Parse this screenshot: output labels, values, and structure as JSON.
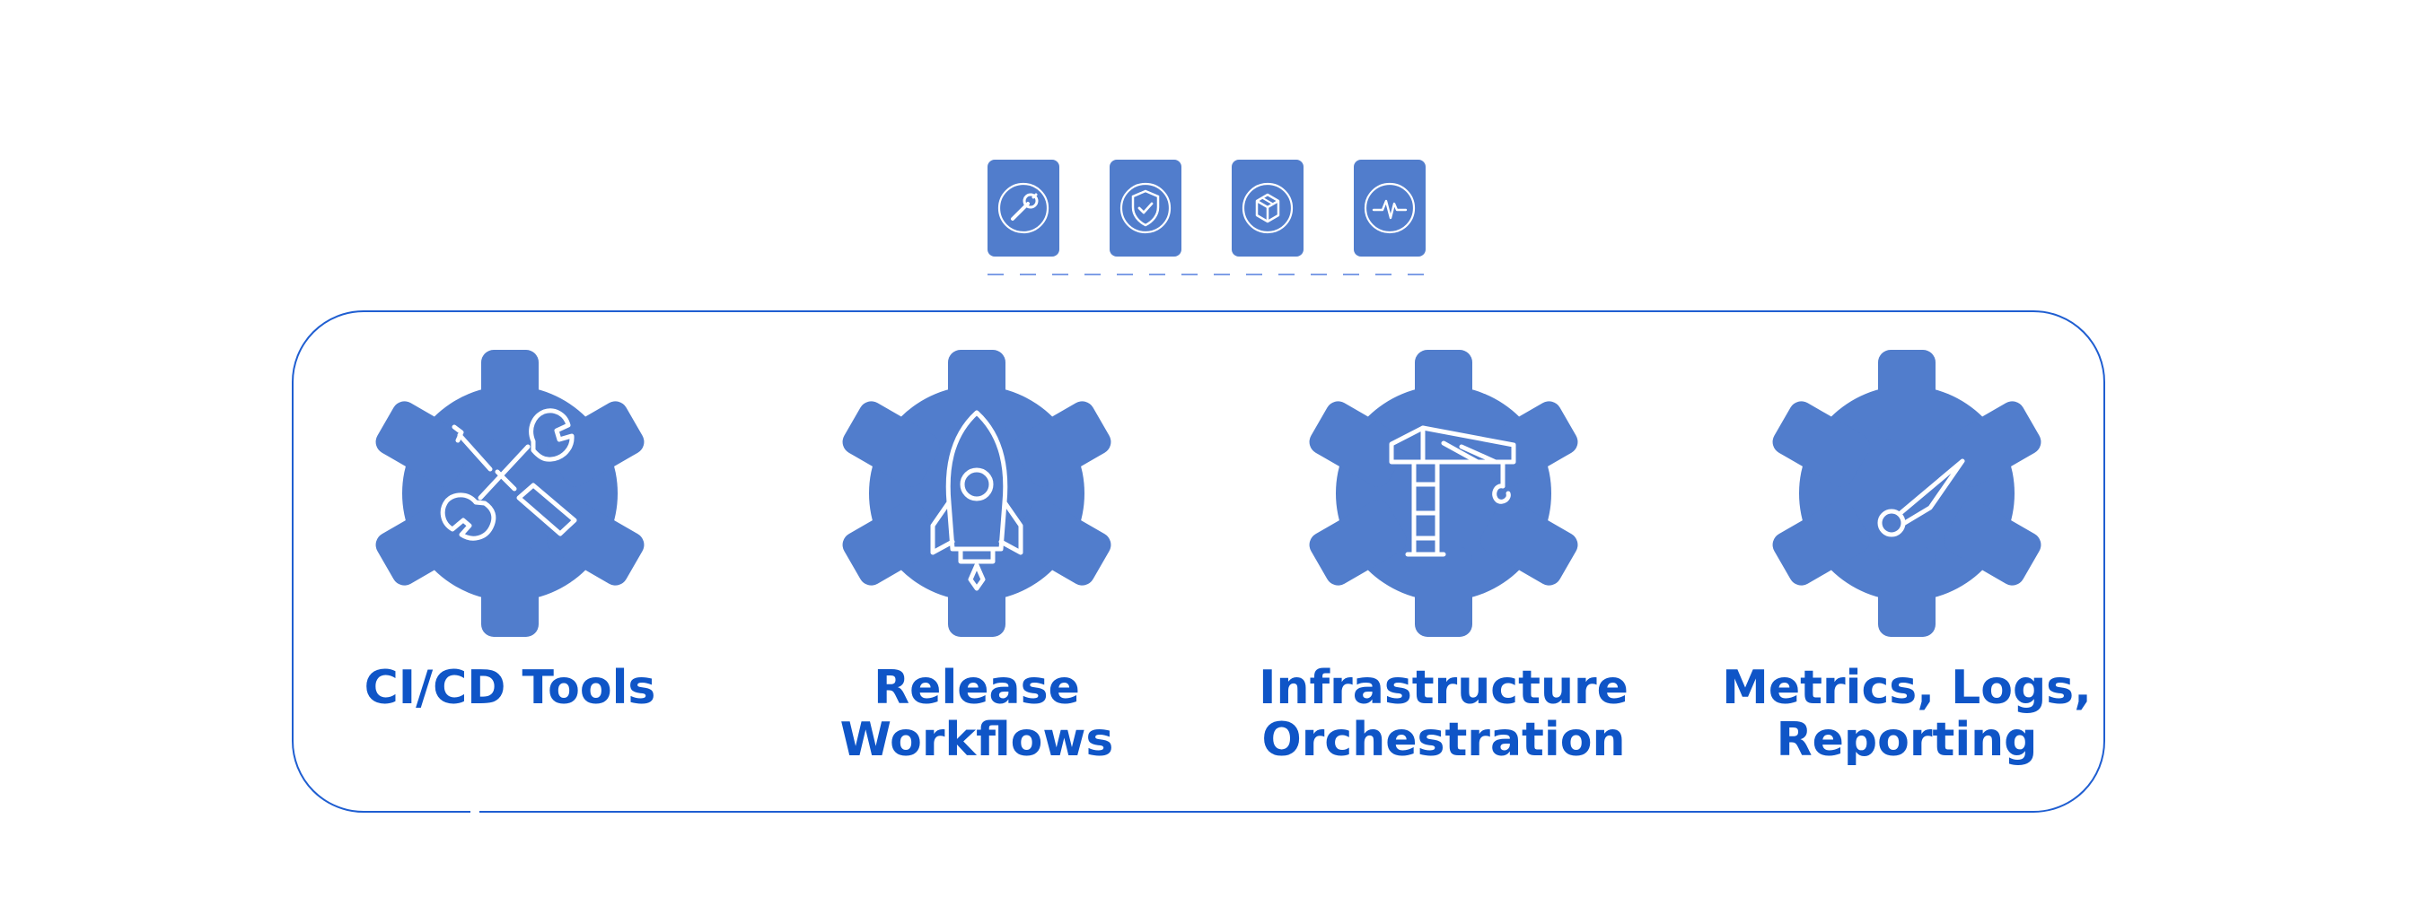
{
  "top_icons": [
    {
      "icon": "wrench-circle-icon"
    },
    {
      "icon": "shield-check-icon"
    },
    {
      "icon": "package-box-icon"
    },
    {
      "icon": "pulse-icon"
    }
  ],
  "colors": {
    "accent": "#517dcc",
    "line": "#1f5ed1",
    "label": "#0f55c7",
    "icon_stroke": "#ffffff",
    "background": "#ffffff"
  },
  "capabilities": [
    {
      "label": "CI/CD Tools",
      "icon": "wrench-screwdriver-icon"
    },
    {
      "label": "Release\nWorkflows",
      "icon": "rocket-icon"
    },
    {
      "label": "Infrastructure\nOrchestration",
      "icon": "crane-icon"
    },
    {
      "label": "Metrics, Logs,\nReporting",
      "icon": "gauge-needle-icon"
    }
  ]
}
